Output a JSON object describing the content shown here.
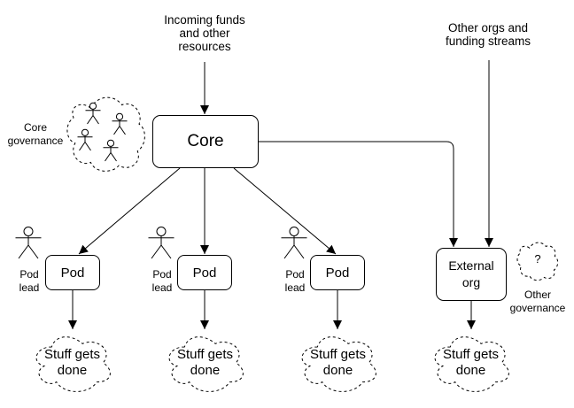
{
  "colors": {
    "stroke": "#000000",
    "fill": "#ffffff",
    "text": "#000000"
  },
  "annotations": {
    "incoming_funds": "Incoming funds\nand other\nresources",
    "other_orgs": "Other orgs and\nfunding streams",
    "core_governance": "Core\ngovernance",
    "other_governance": "Other\ngovernance",
    "pod_leads": [
      {
        "label": "Pod\nlead"
      },
      {
        "label": "Pod\nlead"
      },
      {
        "label": "Pod\nlead"
      }
    ]
  },
  "nodes": {
    "core": {
      "label": "Core"
    },
    "pods": [
      {
        "label": "Pod"
      },
      {
        "label": "Pod"
      },
      {
        "label": "Pod"
      }
    ],
    "external_org": {
      "label": "External\norg"
    }
  },
  "clouds": {
    "outcomes": [
      {
        "label": "Stuff gets\ndone"
      },
      {
        "label": "Stuff gets\ndone"
      },
      {
        "label": "Stuff gets\ndone"
      },
      {
        "label": "Stuff gets\ndone"
      }
    ],
    "question": {
      "label": "?"
    }
  },
  "icons": {
    "person": "stick-figure-actor",
    "question_mark": "?"
  }
}
